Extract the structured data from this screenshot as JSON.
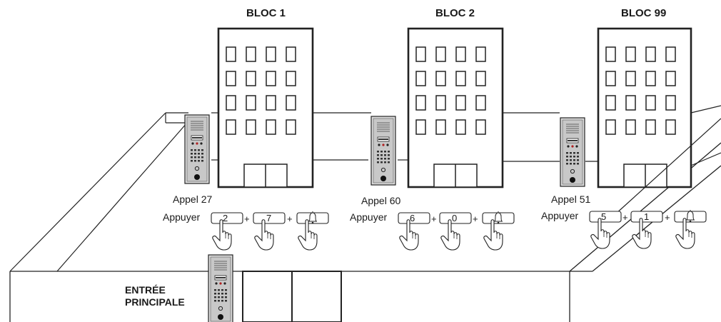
{
  "buildings": [
    {
      "id": "bloc-1",
      "name": "BLOC 1"
    },
    {
      "id": "bloc-2",
      "name": "BLOC 2"
    },
    {
      "id": "bloc-99",
      "name": "BLOC 99"
    }
  ],
  "call_instructions": [
    {
      "call_label": "Appel 27",
      "press_label": "Appuyer",
      "digits": [
        "2",
        "7"
      ],
      "plus": "+"
    },
    {
      "call_label": "Appel  60",
      "press_label": "Appuyer",
      "digits": [
        "6",
        "0"
      ],
      "plus": "+"
    },
    {
      "call_label": "Appel  51",
      "press_label": "Appuyer",
      "digits": [
        "5",
        "1"
      ],
      "plus": "+"
    }
  ],
  "main_entrance": {
    "line1": "ENTRÉE",
    "line2": "PRINCIPALE"
  },
  "icons": {
    "bell": "bell-icon",
    "hand": "pressing-hand-icon",
    "intercom": "intercom-panel-icon"
  }
}
